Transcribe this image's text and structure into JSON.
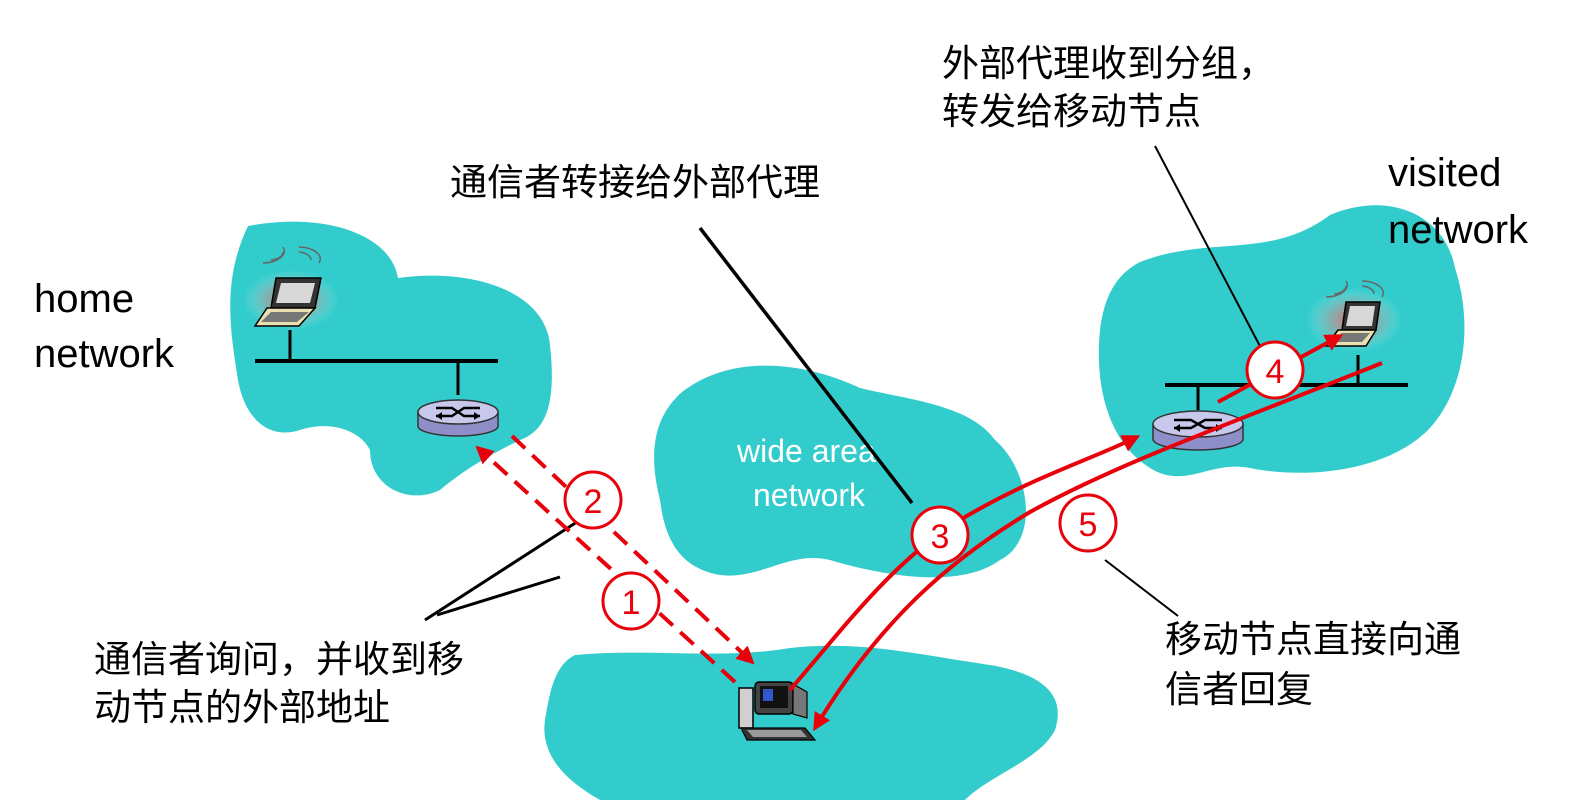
{
  "colors": {
    "cloud": "#33cccc",
    "arrow": "#e8000b",
    "router_body": "#c8c8ec",
    "router_dark": "#8e8ec8",
    "text": "#000000"
  },
  "networks": {
    "home_label_line1": "home",
    "home_label_line2": "network",
    "visited_label_line1": "visited",
    "visited_label_line2": "network",
    "wan_label_line1": "wide area",
    "wan_label_line2": "network"
  },
  "annotations": {
    "fa_forward_line1": "外部代理收到分组，",
    "fa_forward_line2": "转发给移动节点",
    "correspondent_to_fa": "通信者转接给外部代理",
    "query_line1": "通信者询问，并收到移",
    "query_line2": "动节点的外部地址",
    "direct_reply_line1": "移动节点直接向通",
    "direct_reply_line2": "信者回复"
  },
  "steps": [
    "1",
    "2",
    "3",
    "4",
    "5"
  ],
  "icons": {
    "home_mobile": "laptop-icon",
    "visited_mobile": "laptop-icon",
    "home_router": "router-icon",
    "visited_router": "router-icon",
    "correspondent": "desktop-computer-icon"
  }
}
